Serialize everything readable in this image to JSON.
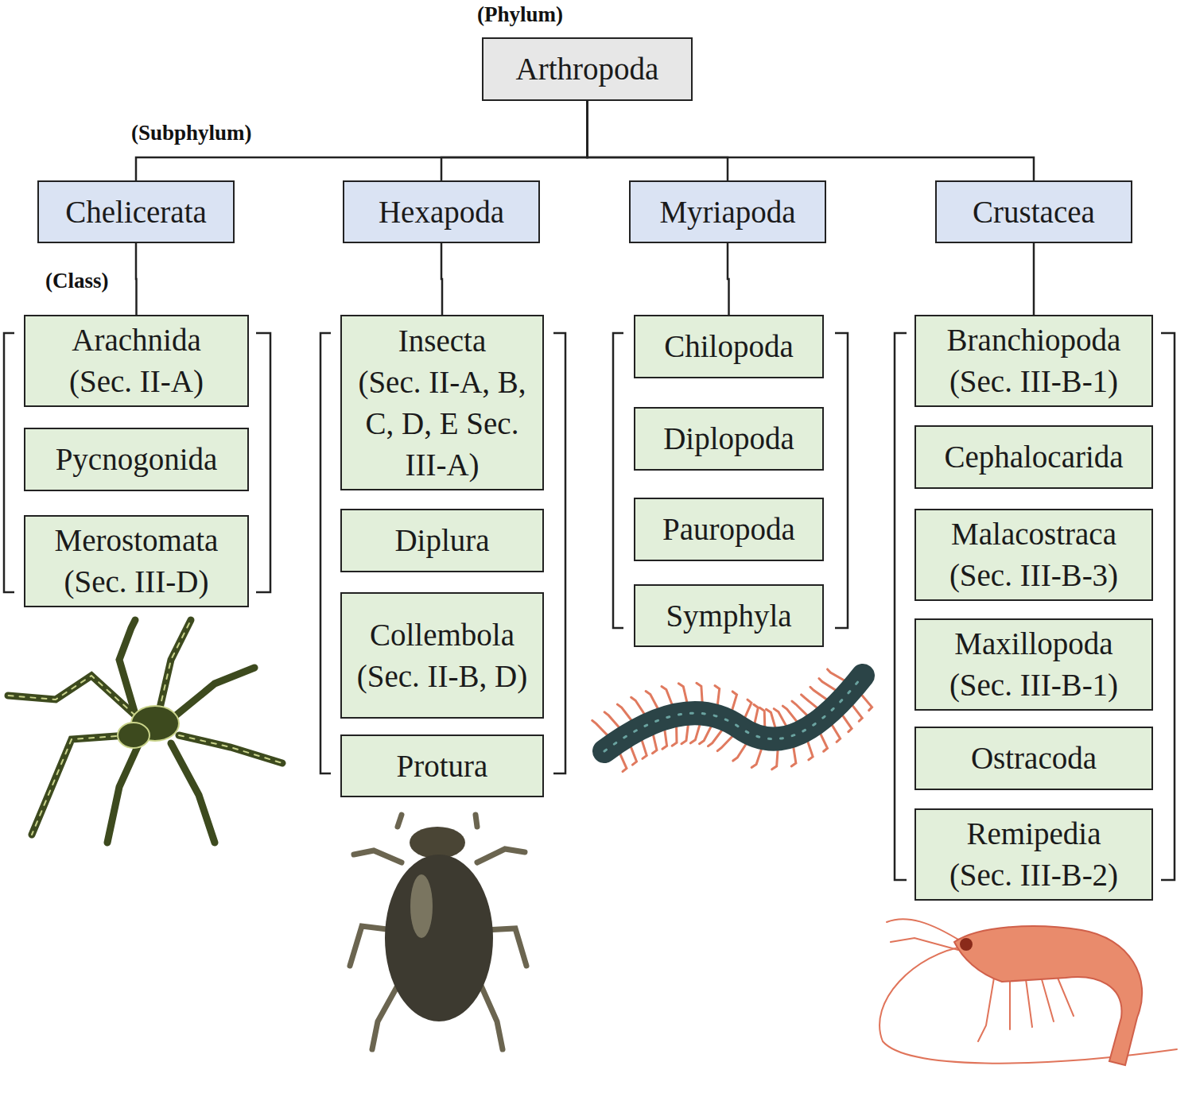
{
  "diagram": {
    "nodes": [
      {
        "text": [
          "Arthropoda"
        ]
      },
      {
        "text": [
          "Chelicerata"
        ]
      },
      {
        "text": [
          "Hexapoda"
        ]
      },
      {
        "text": [
          "Myriapoda"
        ]
      },
      {
        "text": [
          "Crustacea"
        ]
      },
      {
        "text": [
          "Arachnida",
          "(Sec. II-A)"
        ]
      },
      {
        "text": [
          "Pycnogonida"
        ]
      },
      {
        "text": [
          "Merostomata",
          "(Sec. III-D)"
        ]
      },
      {
        "text": [
          "Insecta",
          "(Sec. II-A, B, C, D, E Sec. III-A)"
        ]
      },
      {
        "text": [
          "Diplura"
        ]
      },
      {
        "text": [
          "Collembola",
          "(Sec. II-B, D)"
        ]
      },
      {
        "text": [
          "Protura"
        ]
      },
      {
        "text": [
          "Chilopoda"
        ]
      },
      {
        "text": [
          "Diplopoda"
        ]
      },
      {
        "text": [
          "Pauropoda"
        ]
      },
      {
        "text": [
          "Symphyla"
        ]
      },
      {
        "text": [
          "Branchiopoda",
          "(Sec. III-B-1)"
        ]
      },
      {
        "text": [
          "Cephalocarida"
        ]
      },
      {
        "text": [
          "Malacostraca",
          "(Sec. III-B-3)"
        ]
      },
      {
        "text": [
          "Maxillopoda",
          "(Sec. III-B-1)"
        ]
      },
      {
        "text": [
          "Ostracoda"
        ]
      },
      {
        "text": [
          "Remipedia",
          "(Sec. III-B-2)"
        ]
      }
    ],
    "edges": [
      {
        "from": 0,
        "to": 1,
        "arrow": "none"
      },
      {
        "from": 0,
        "to": 2,
        "arrow": "none"
      },
      {
        "from": 0,
        "to": 3,
        "arrow": "none"
      },
      {
        "from": 0,
        "to": 4,
        "arrow": "none"
      },
      {
        "from": 1,
        "to": 5,
        "arrow": "none"
      },
      {
        "from": 2,
        "to": 8,
        "arrow": "none"
      },
      {
        "from": 3,
        "to": 12,
        "arrow": "none"
      },
      {
        "from": 4,
        "to": 16,
        "arrow": "none"
      }
    ],
    "labels": [
      "(Phylum)",
      "(Subphylum)",
      "(Class)"
    ]
  }
}
